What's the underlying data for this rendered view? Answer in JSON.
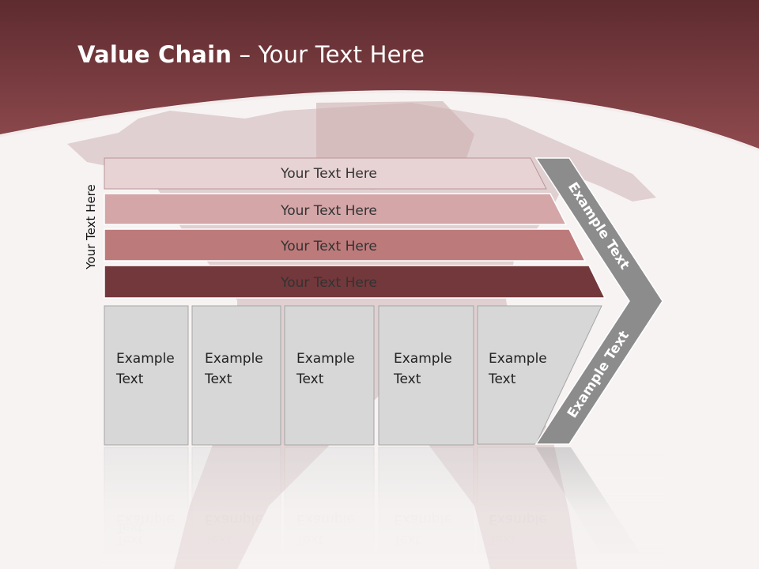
{
  "slide": {
    "title_bold": "Value Chain",
    "title_rest": " – Your Text Here",
    "vertical_label": "Your Text Here",
    "colors": {
      "header": "#7f383c",
      "bar1": "#e8d3d4",
      "bar2": "#d4a6a8",
      "bar3": "#bd7a7b",
      "bar4": "#73383b",
      "box": "#d7d7d7",
      "chevron": "#8c8c8c"
    },
    "bars": [
      {
        "label": "Your Text Here"
      },
      {
        "label": "Your Text Here"
      },
      {
        "label": "Your Text Here"
      },
      {
        "label": "Your Text Here"
      }
    ],
    "boxes": [
      {
        "line1": "Example",
        "line2": "Text"
      },
      {
        "line1": "Example",
        "line2": "Text"
      },
      {
        "line1": "Example",
        "line2": "Text"
      },
      {
        "line1": "Example",
        "line2": "Text"
      },
      {
        "line1": "Example",
        "line2": "Text"
      }
    ],
    "chevron_top_label": "Example Text",
    "chevron_bottom_label": "Example Text"
  }
}
